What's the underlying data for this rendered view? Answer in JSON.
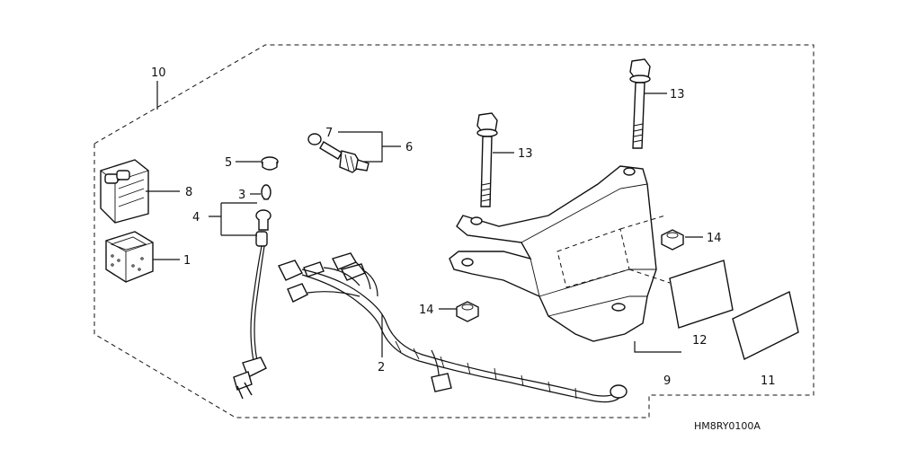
{
  "callouts": {
    "c1": "1",
    "c2": "2",
    "c3": "3",
    "c4": "4",
    "c5": "5",
    "c6": "6",
    "c7": "7",
    "c8": "8",
    "c9": "9",
    "c10": "10",
    "c11": "11",
    "c12": "12",
    "c13a": "13",
    "c13b": "13",
    "c14a": "14",
    "c14b": "14"
  },
  "diagram_code": "HM8RY0100A"
}
